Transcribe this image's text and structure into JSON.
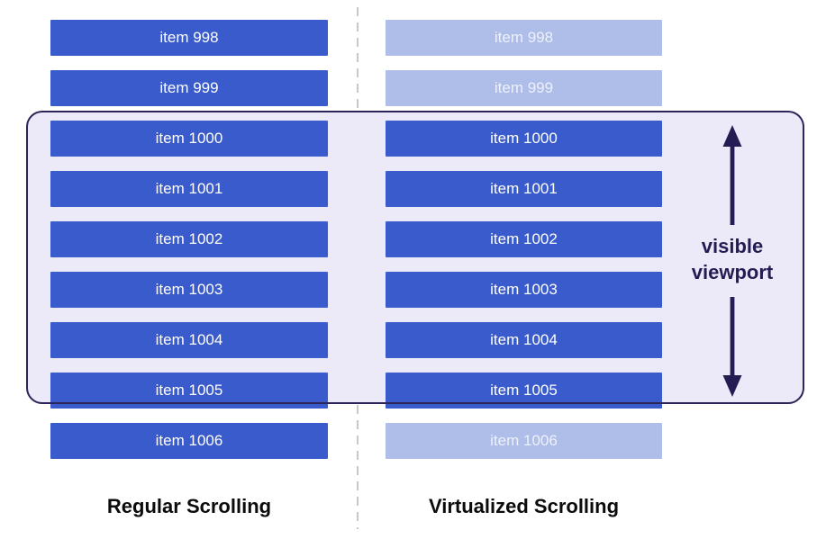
{
  "colors": {
    "item_blue": "#3A5BCC",
    "item_virtualized_blue": "#AFBDE9",
    "item_text": "#FFFFFF",
    "item_text_virtualized": "rgba(255,255,255,0.78)",
    "viewport_fill": "#ECEAF8",
    "viewport_border": "#2B2559",
    "arrow": "#241D53",
    "divider": "#C6C8CE",
    "caption_text": "#0B0B0D"
  },
  "left_column": {
    "caption": "Regular Scrolling",
    "items": [
      {
        "label": "item 998",
        "virtualized": false
      },
      {
        "label": "item 999",
        "virtualized": false
      },
      {
        "label": "item 1000",
        "virtualized": false
      },
      {
        "label": "item 1001",
        "virtualized": false
      },
      {
        "label": "item 1002",
        "virtualized": false
      },
      {
        "label": "item 1003",
        "virtualized": false
      },
      {
        "label": "item 1004",
        "virtualized": false
      },
      {
        "label": "item 1005",
        "virtualized": false
      },
      {
        "label": "item 1006",
        "virtualized": false
      }
    ]
  },
  "right_column": {
    "caption": "Virtualized Scrolling",
    "items": [
      {
        "label": "item 998",
        "virtualized": true
      },
      {
        "label": "item 999",
        "virtualized": true
      },
      {
        "label": "item 1000",
        "virtualized": false
      },
      {
        "label": "item 1001",
        "virtualized": false
      },
      {
        "label": "item 1002",
        "virtualized": false
      },
      {
        "label": "item 1003",
        "virtualized": false
      },
      {
        "label": "item 1004",
        "virtualized": false
      },
      {
        "label": "item 1005",
        "virtualized": false
      },
      {
        "label": "item 1006",
        "virtualized": true
      }
    ]
  },
  "viewport": {
    "label": "visible viewport",
    "covers_items": [
      "item 1000",
      "item 1001",
      "item 1002",
      "item 1003",
      "item 1004",
      "item 1005"
    ]
  }
}
